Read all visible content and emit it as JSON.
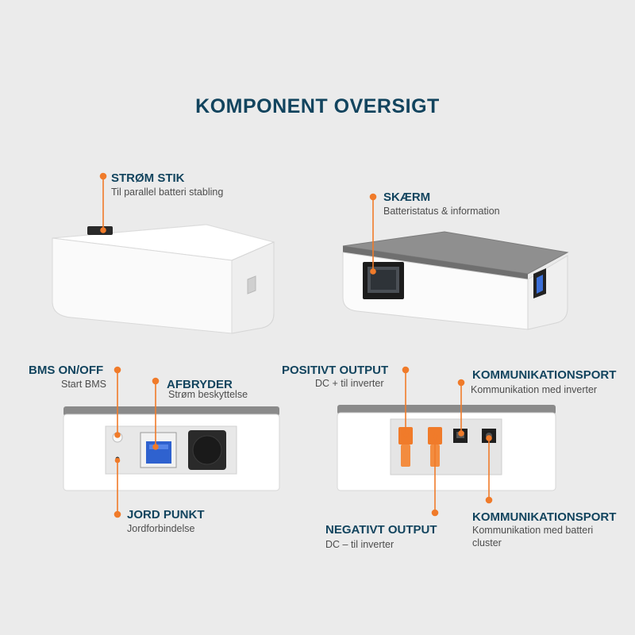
{
  "title": "KOMPONENT OVERSIGT",
  "accent_color": "#f07b2a",
  "title_color": "#12445e",
  "callouts": {
    "power_plug": {
      "label": "STRØM STIK",
      "desc": "Til parallel batteri stabling"
    },
    "screen": {
      "label": "SKÆRM",
      "desc": "Batteristatus & information"
    },
    "bms": {
      "label": "BMS ON/OFF",
      "desc": "Start BMS"
    },
    "breaker": {
      "label": "AFBRYDER",
      "desc": "Strøm beskyttelse"
    },
    "ground": {
      "label": "JORD PUNKT",
      "desc": "Jordforbindelse"
    },
    "positive": {
      "label": "POSITIVT OUTPUT",
      "desc": "DC + til inverter"
    },
    "comm_inverter": {
      "label": "KOMMUNIKATIONSPORT",
      "desc": "Kommunikation med inverter"
    },
    "negative": {
      "label": "NEGATIVT OUTPUT",
      "desc": "DC – til inverter"
    },
    "comm_battery": {
      "label": "KOMMUNIKATIONSPORT",
      "desc": "Kommunikation med batteri cluster"
    }
  }
}
